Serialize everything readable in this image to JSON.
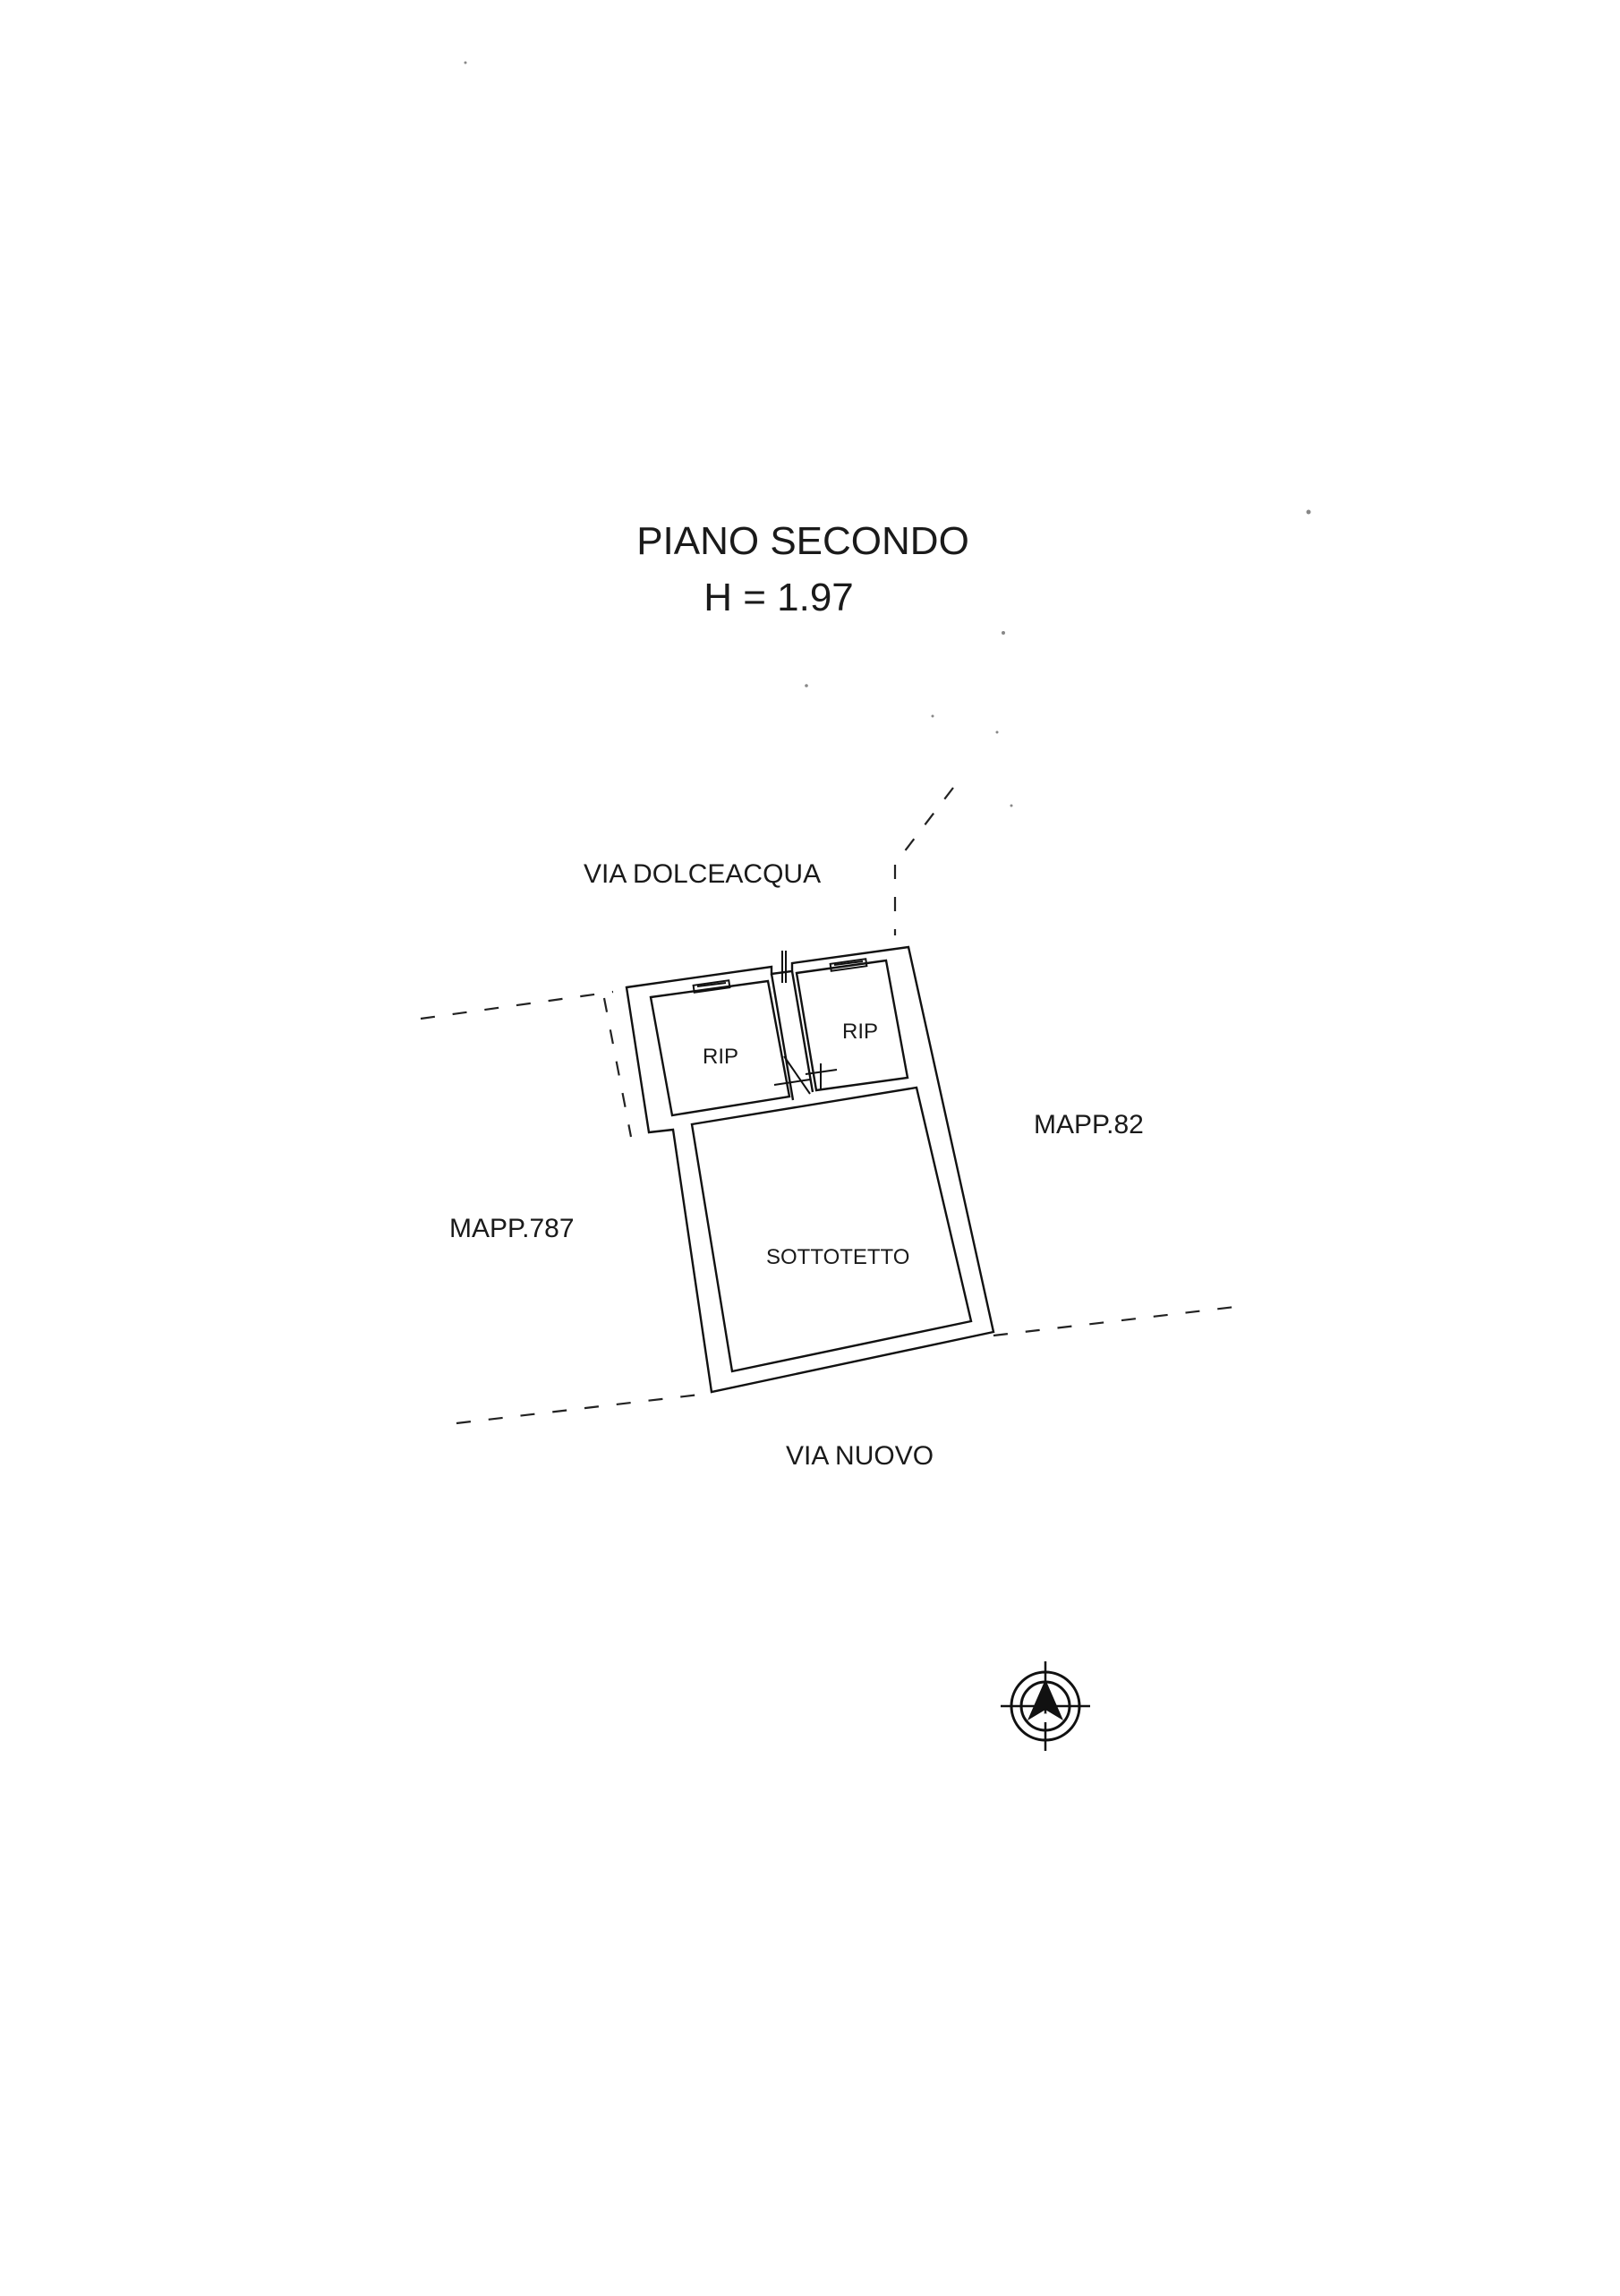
{
  "title": {
    "floor": "PIANO SECONDO",
    "height": "H = 1.97"
  },
  "labels": {
    "street_north": "VIA DOLCEACQUA",
    "street_south": "VIA NUOVO",
    "parcel_east": "MAPP.82",
    "parcel_west": "MAPP.787"
  },
  "rooms": {
    "storage_left": "RIP",
    "storage_right": "RIP",
    "attic": "SOTTOTETTO"
  },
  "icons": {
    "north_arrow": "compass-rose-icon"
  }
}
